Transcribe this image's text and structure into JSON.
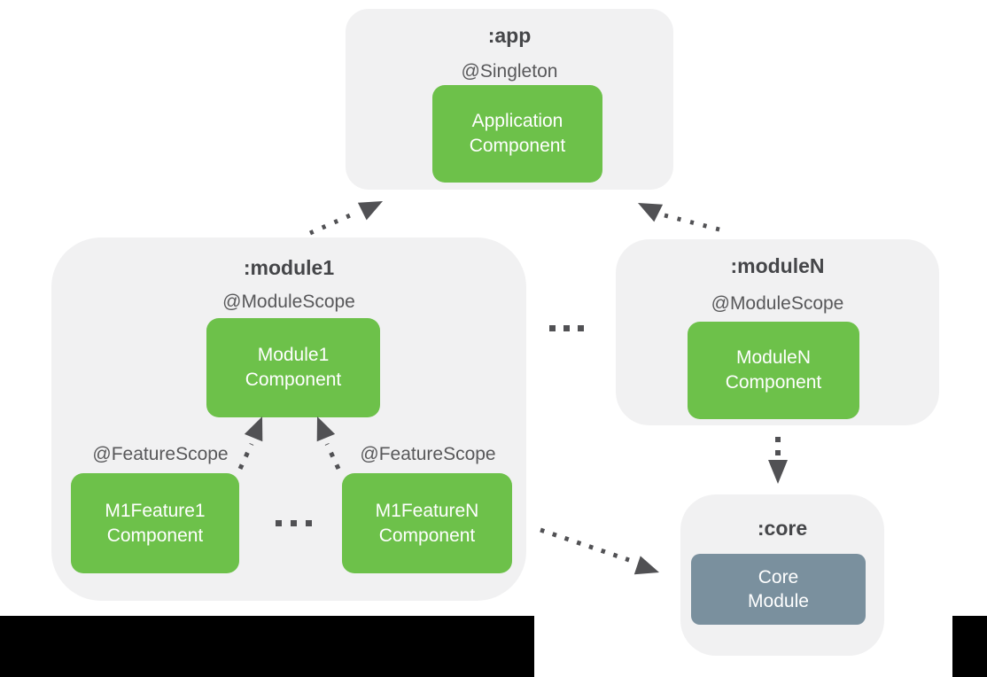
{
  "colors": {
    "container_bg": "#f1f1f2",
    "component_green": "#6dc14a",
    "core_slate": "#7a909e",
    "arrow_gray": "#515154",
    "title_text": "#454649",
    "label_text": "#58585a",
    "box_text": "#ffffff",
    "letterbox_black": "#000000"
  },
  "containers": {
    "app": {
      "title": ":app",
      "scope": "@Singleton",
      "component": "Application\nComponent"
    },
    "module1": {
      "title": ":module1",
      "scope": "@ModuleScope",
      "component": "Module1\nComponent",
      "features": [
        {
          "scope": "@FeatureScope",
          "component": "M1Feature1\nComponent"
        },
        {
          "scope": "@FeatureScope",
          "component": "M1FeatureN\nComponent"
        }
      ]
    },
    "moduleN": {
      "title": ":moduleN",
      "scope": "@ModuleScope",
      "component": "ModuleN\nComponent"
    },
    "core": {
      "title": ":core",
      "component": "Core\nModule"
    }
  },
  "arrows": [
    "module1-to-app",
    "moduleN-to-app",
    "m1feature1-to-module1component",
    "m1featureN-to-module1component",
    "moduleN-to-core",
    "module1-to-core"
  ]
}
